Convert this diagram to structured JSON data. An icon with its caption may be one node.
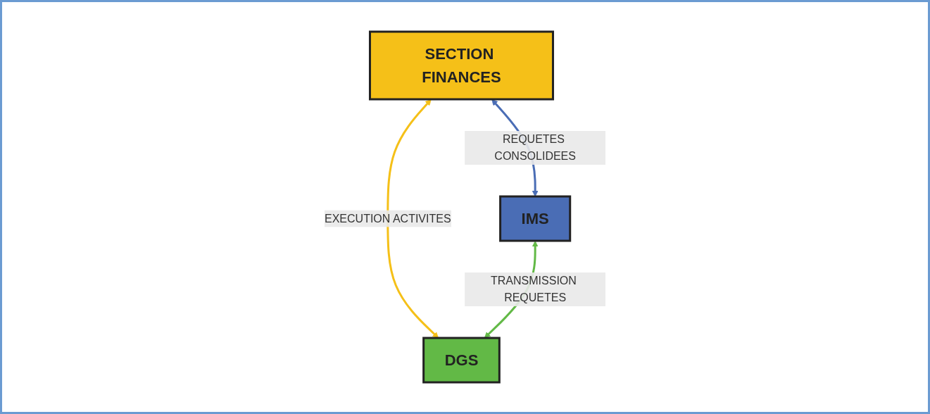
{
  "diagram": {
    "nodes": [
      {
        "text": [
          "SECTION FINANCES"
        ]
      },
      {
        "text": [
          "IMS"
        ]
      },
      {
        "text": [
          "DGS"
        ]
      }
    ],
    "edges": [
      {
        "from": 0,
        "to": 1,
        "arrow": "both",
        "label": "REQUETES CONSOLIDEES",
        "color": "#4a6db5"
      },
      {
        "from": 0,
        "to": 2,
        "arrow": "both",
        "label": "EXECUTION ACTIVITES",
        "color": "#f5c018"
      },
      {
        "from": 1,
        "to": 2,
        "arrow": "both",
        "label": "TRANSMISSION REQUETES",
        "color": "#62b946"
      }
    ]
  }
}
